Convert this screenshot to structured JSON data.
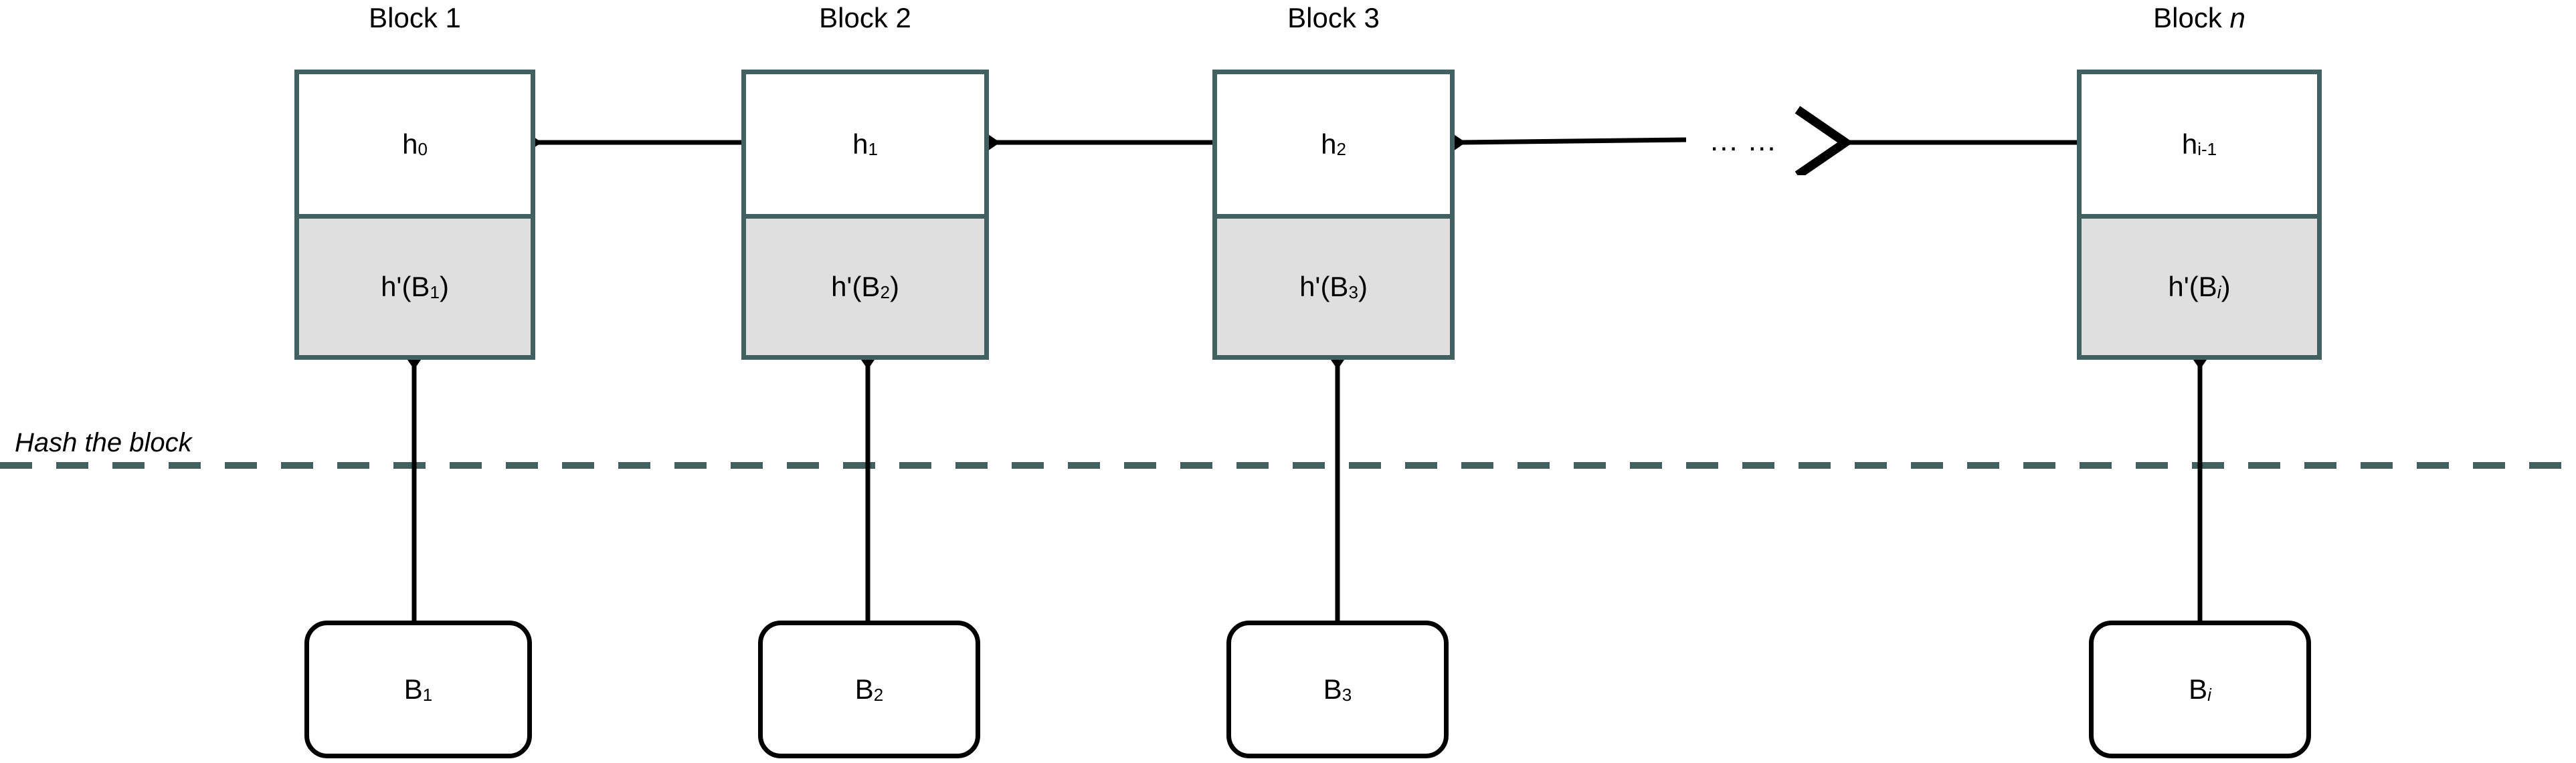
{
  "diagram": {
    "title_row": [
      {
        "id": "block-1",
        "label": "Block 1",
        "label_plain": "Block 1",
        "italic_suffix": ""
      },
      {
        "id": "block-2",
        "label": "Block 2",
        "label_plain": "Block 2",
        "italic_suffix": ""
      },
      {
        "id": "block-3",
        "label": "Block 3",
        "label_plain": "Block 3",
        "italic_suffix": ""
      },
      {
        "id": "block-n",
        "label": "Block n",
        "label_plain": "Block ",
        "italic_suffix": "n"
      }
    ],
    "chain_blocks": [
      {
        "id": "block-1",
        "title": "Block 1",
        "prev_hash": {
          "base": "h",
          "sub": "0",
          "sub_italic": false
        },
        "self_hash": {
          "base": "h'(B",
          "sub": "1",
          "sub_italic": false,
          "tail": ")"
        }
      },
      {
        "id": "block-2",
        "title": "Block 2",
        "prev_hash": {
          "base": "h",
          "sub": "1",
          "sub_italic": false
        },
        "self_hash": {
          "base": "h'(B",
          "sub": "2",
          "sub_italic": false,
          "tail": ")"
        }
      },
      {
        "id": "block-3",
        "title": "Block 3",
        "prev_hash": {
          "base": "h",
          "sub": "2",
          "sub_italic": false
        },
        "self_hash": {
          "base": "h'(B",
          "sub": "3",
          "sub_italic": false,
          "tail": ")"
        }
      },
      {
        "id": "block-n",
        "title": "Block n",
        "prev_hash": {
          "base": "h",
          "sub": "i-1",
          "sub_italic": false
        },
        "self_hash": {
          "base": "h'(B",
          "sub": "i",
          "sub_italic": true,
          "tail": ")"
        }
      }
    ],
    "data_blocks": [
      {
        "id": "data-b1",
        "base": "B",
        "sub": "1",
        "sub_italic": false
      },
      {
        "id": "data-b2",
        "base": "B",
        "sub": "2",
        "sub_italic": false
      },
      {
        "id": "data-b3",
        "base": "B",
        "sub": "3",
        "sub_italic": false
      },
      {
        "id": "data-bi",
        "base": "B",
        "sub": "i",
        "sub_italic": true
      }
    ],
    "separator": {
      "caption": "Hash the block",
      "line_style": "dashed",
      "line_color": "#42605f"
    },
    "ellipsis": "... ...",
    "colors": {
      "block_border": "#42605f",
      "hash_cell_fill": "#dfdfe0",
      "prev_hash_cell_fill": "#ffffff",
      "arrow": "#000000",
      "data_block_border": "#000000",
      "background": "#ffffff",
      "text": "#000000"
    },
    "arrow_labels": {
      "chain_link_direction": "right-to-left",
      "hash_direction": "bottom-to-top"
    }
  }
}
